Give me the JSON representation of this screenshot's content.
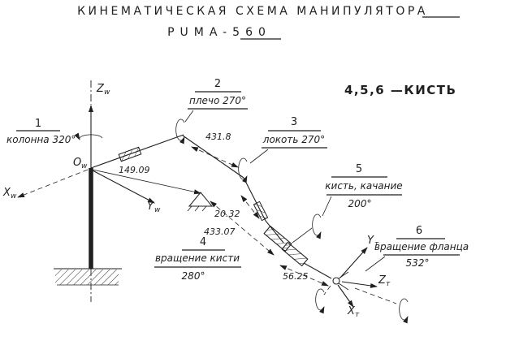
{
  "title": {
    "line1": "КИНЕМАТИЧЕСКАЯ СХЕМА МАНИПУЛЯТОРА",
    "line2": "PUMA-560"
  },
  "note": "4,5,6 —КИСТЬ",
  "joints": {
    "j1": {
      "num": "1",
      "name": "колонна 320°"
    },
    "j2": {
      "num": "2",
      "name": "плечо 270°"
    },
    "j3": {
      "num": "3",
      "name": "локоть 270°"
    },
    "j4": {
      "num": "4",
      "name": "вращение кисти",
      "angle": "280°"
    },
    "j5": {
      "num": "5",
      "name": "кисть, качание",
      "angle": "200°"
    },
    "j6": {
      "num": "6",
      "name": "вращение фланца",
      "angle": "532°"
    }
  },
  "dimensions": {
    "a2": "431.8",
    "d3": "149.09",
    "a3": "20.32",
    "d4": "433.07",
    "d6": "56.25"
  },
  "axes": {
    "zw": {
      "m": "Z",
      "s": "w"
    },
    "ow": {
      "m": "O",
      "s": "w"
    },
    "xw": {
      "m": "X",
      "s": "w"
    },
    "yw": {
      "m": "Y",
      "s": "w"
    },
    "yt": {
      "m": "Y",
      "s": "т"
    },
    "zt": {
      "m": "Z",
      "s": "т"
    },
    "xt": {
      "m": "X",
      "s": "т"
    }
  },
  "colors": {
    "ink": "#1f1f1f",
    "paper": "#ffffff"
  }
}
